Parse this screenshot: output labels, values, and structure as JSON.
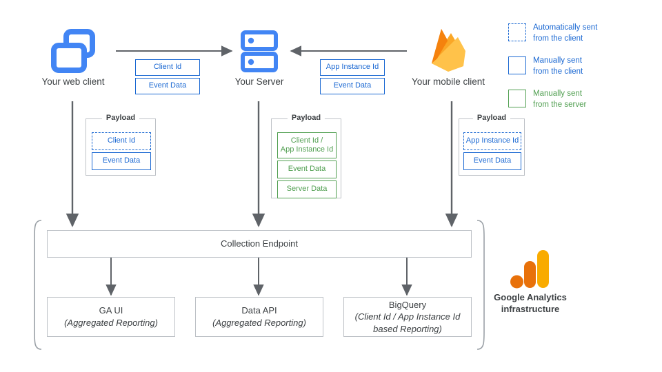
{
  "diagram": {
    "title": "Google Analytics data collection flow",
    "colors": {
      "client_blue": "#1967d2",
      "server_green": "#4f9e4f",
      "arrow_grey": "#5f6368",
      "box_border": "#bdc1c6",
      "icon_blue": "#4285f4",
      "firebase_orange": "#f5820d",
      "firebase_yellow": "#ffc24a",
      "ga_orange": "#e8710a",
      "ga_yellow": "#f9ab00"
    }
  },
  "nodes": {
    "web_client": {
      "label": "Your web client",
      "icon": "web-client-windows-icon"
    },
    "server": {
      "label": "Your Server",
      "icon": "server-racks-icon"
    },
    "mobile_client": {
      "label": "Your mobile client",
      "icon": "firebase-flame-icon"
    }
  },
  "transport_web_to_server": [
    {
      "label": "Client Id",
      "style": "blue"
    },
    {
      "label": "Event Data",
      "style": "blue"
    }
  ],
  "transport_mobile_to_server": [
    {
      "label": "App Instance Id",
      "style": "blue"
    },
    {
      "label": "Event Data",
      "style": "blue"
    }
  ],
  "payloads": {
    "web": {
      "title": "Payload",
      "items": [
        {
          "label": "Client Id",
          "style": "blue-dashed"
        },
        {
          "label": "Event Data",
          "style": "blue"
        }
      ]
    },
    "server": {
      "title": "Payload",
      "items": [
        {
          "label": "Client Id /\nApp Instance Id",
          "style": "green"
        },
        {
          "label": "Event Data",
          "style": "green"
        },
        {
          "label": "Server Data",
          "style": "green"
        }
      ]
    },
    "mobile": {
      "title": "Payload",
      "items": [
        {
          "label": "App Instance Id",
          "style": "blue-dashed"
        },
        {
          "label": "Event Data",
          "style": "blue"
        }
      ]
    }
  },
  "infrastructure": {
    "collection_endpoint": "Collection Endpoint",
    "outputs": [
      {
        "title": "GA UI",
        "subtitle": "(Aggregated Reporting)"
      },
      {
        "title": "Data API",
        "subtitle": "(Aggregated Reporting)"
      },
      {
        "title": "BigQuery",
        "subtitle": "(Client Id / App Instance Id\nbased Reporting)"
      }
    ],
    "caption": "Google Analytics\ninfrastructure",
    "logo_icon": "google-analytics-bars-icon"
  },
  "legend": [
    {
      "swatch": "dashed-blue-square-icon",
      "text": "Automatically sent\nfrom the client",
      "color_class": "blue"
    },
    {
      "swatch": "solid-blue-square-icon",
      "text": "Manually sent\nfrom the client",
      "color_class": "blue"
    },
    {
      "swatch": "solid-green-square-icon",
      "text": "Manually sent\nfrom the server",
      "color_class": "green"
    }
  ]
}
